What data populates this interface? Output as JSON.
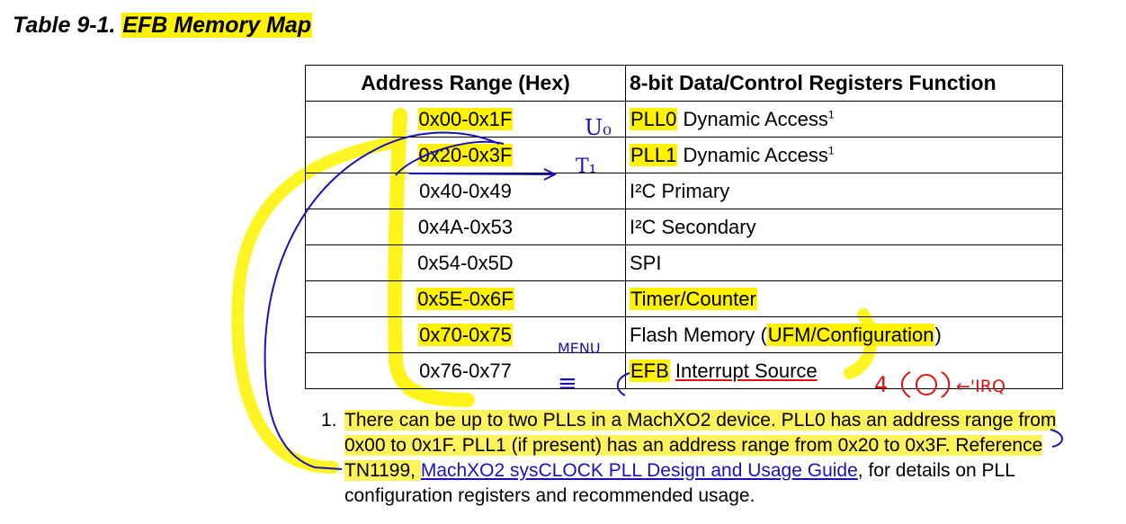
{
  "title": {
    "prefix": "Table 9-1. ",
    "highlighted": "EFB Memory Map"
  },
  "table": {
    "headers": [
      "Address Range (Hex)",
      "8-bit Data/Control Registers Function"
    ],
    "rows": [
      {
        "address": "0x00-0x1F",
        "function": "PLL0 Dynamic Access",
        "sup": "1",
        "hl_addr": true,
        "hl_fn": "PLL0"
      },
      {
        "address": "0x20-0x3F",
        "function": "PLL1 Dynamic Access",
        "sup": "1",
        "hl_addr": true,
        "hl_fn": "PLL1"
      },
      {
        "address": "0x40-0x49",
        "function": "I²C Primary",
        "sup": "",
        "hl_addr": false,
        "hl_fn": ""
      },
      {
        "address": "0x4A-0x53",
        "function": "I²C Secondary",
        "sup": "",
        "hl_addr": false,
        "hl_fn": ""
      },
      {
        "address": "0x54-0x5D",
        "function": "SPI",
        "sup": "",
        "hl_addr": false,
        "hl_fn": ""
      },
      {
        "address": "0x5E-0x6F",
        "function": "Timer/Counter",
        "sup": "",
        "hl_addr": true,
        "hl_fn": "all"
      },
      {
        "address": "0x70-0x75",
        "function": "Flash Memory (UFM/Configuration)",
        "sup": "",
        "hl_addr": true,
        "hl_fn": "UFM/Configuration"
      },
      {
        "address": "0x76-0x77",
        "function": "EFB Interrupt Source",
        "sup": "",
        "hl_addr": false,
        "hl_fn": "EFB"
      }
    ]
  },
  "footnote": {
    "number": "1.",
    "text_1": "There can be up to two PLLs in a MachXO2 device. PLL0 has an address range from 0x00 to 0x1F. PLL1 (if present) has an address range from 0x20 to 0x3F. Reference TN1199, ",
    "link": "MachXO2 sysCLOCK PLL Design and Usage Guide",
    "text_2": ", for details on PLL configuration registers and recommended usage."
  },
  "handwriting": {
    "row1": "U₀",
    "row2": "T₁",
    "row7": "MENU",
    "row8_left": "≡",
    "row8_right": "4",
    "irq": "←'IRQ"
  },
  "colors": {
    "highlight": "#fff200",
    "pen_blue": "#1a12b8",
    "pen_red": "#e01010"
  }
}
